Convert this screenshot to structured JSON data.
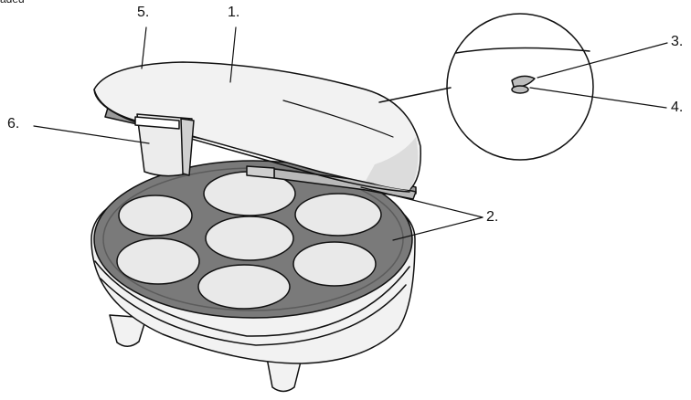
{
  "corner_fragment": "aded",
  "callouts": {
    "c1": "1.",
    "c2": "2.",
    "c3": "3.",
    "c4": "4.",
    "c5": "5.",
    "c6": "6."
  },
  "colors": {
    "stroke": "#111111",
    "housing": "#f2f2f2",
    "housing_shade": "#dcdcdc",
    "plate": "#7a7a7a",
    "cavity": "#e9e9e9",
    "seal": "#b9b9b9"
  }
}
